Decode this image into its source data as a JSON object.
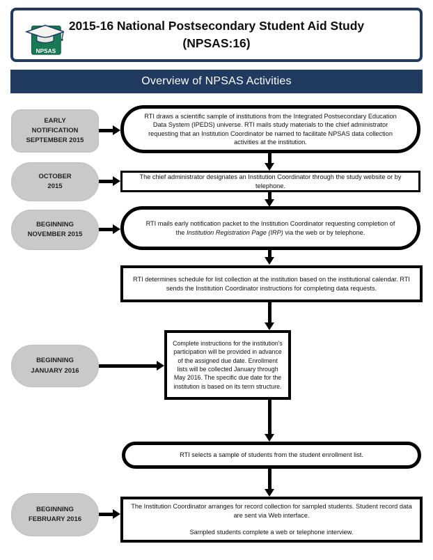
{
  "colors": {
    "navy": "#203a60",
    "pill_gray": "#c9c9c9",
    "logo_green": "#177a55"
  },
  "header": {
    "title_line1": "2015-16 National Postsecondary Student Aid Study",
    "title_line2": "(NPSAS:16)",
    "logo_text": "NPSAS"
  },
  "banner": {
    "title": "Overview of NPSAS Activities"
  },
  "steps": {
    "step1": {
      "label": "EARLY\nNOTIFICATION\nSEPTEMBER 2015",
      "text": "RTI draws a scientific sample of institutions from the Integrated Postsecondary Education Data System (IPEDS) universe. RTI mails study materials to the chief administrator requesting that an Institution Coordinator be named to facilitate NPSAS data collection activities at the institution."
    },
    "step2": {
      "label": "OCTOBER\n2015",
      "text": "The chief administrator designates an Institution Coordinator through the study website or by telephone."
    },
    "step3": {
      "label": "BEGINNING\nNOVEMBER 2015",
      "text_pre": "RTI mails early notification packet to the Institution Coordinator requesting completion of the ",
      "text_italic": "Institution Registration Page (IRP)",
      "text_post": " via the web or by telephone."
    },
    "step4": {
      "text": "RTI determines schedule for list collection at the institution based on the institutional calendar. RTI sends the Institution Coordinator instructions for completing data requests."
    },
    "step5": {
      "label": "BEGINNING\nJANUARY 2016",
      "text": "Complete instructions for the institution's participation will be provided in advance of the assigned due date. Enrollment lists will be collected January through May 2016. The specific due date for the institution is based on its term structure."
    },
    "step6": {
      "text": "RTI selects a sample of students from the student enrollment list."
    },
    "step7": {
      "label": "BEGINNING\nFEBRUARY 2016",
      "text1": "The Institution Coordinator arranges for record collection for sampled students. Student record data are sent via Web interface.",
      "text2": "Sampled students complete a web or telephone interview."
    }
  }
}
